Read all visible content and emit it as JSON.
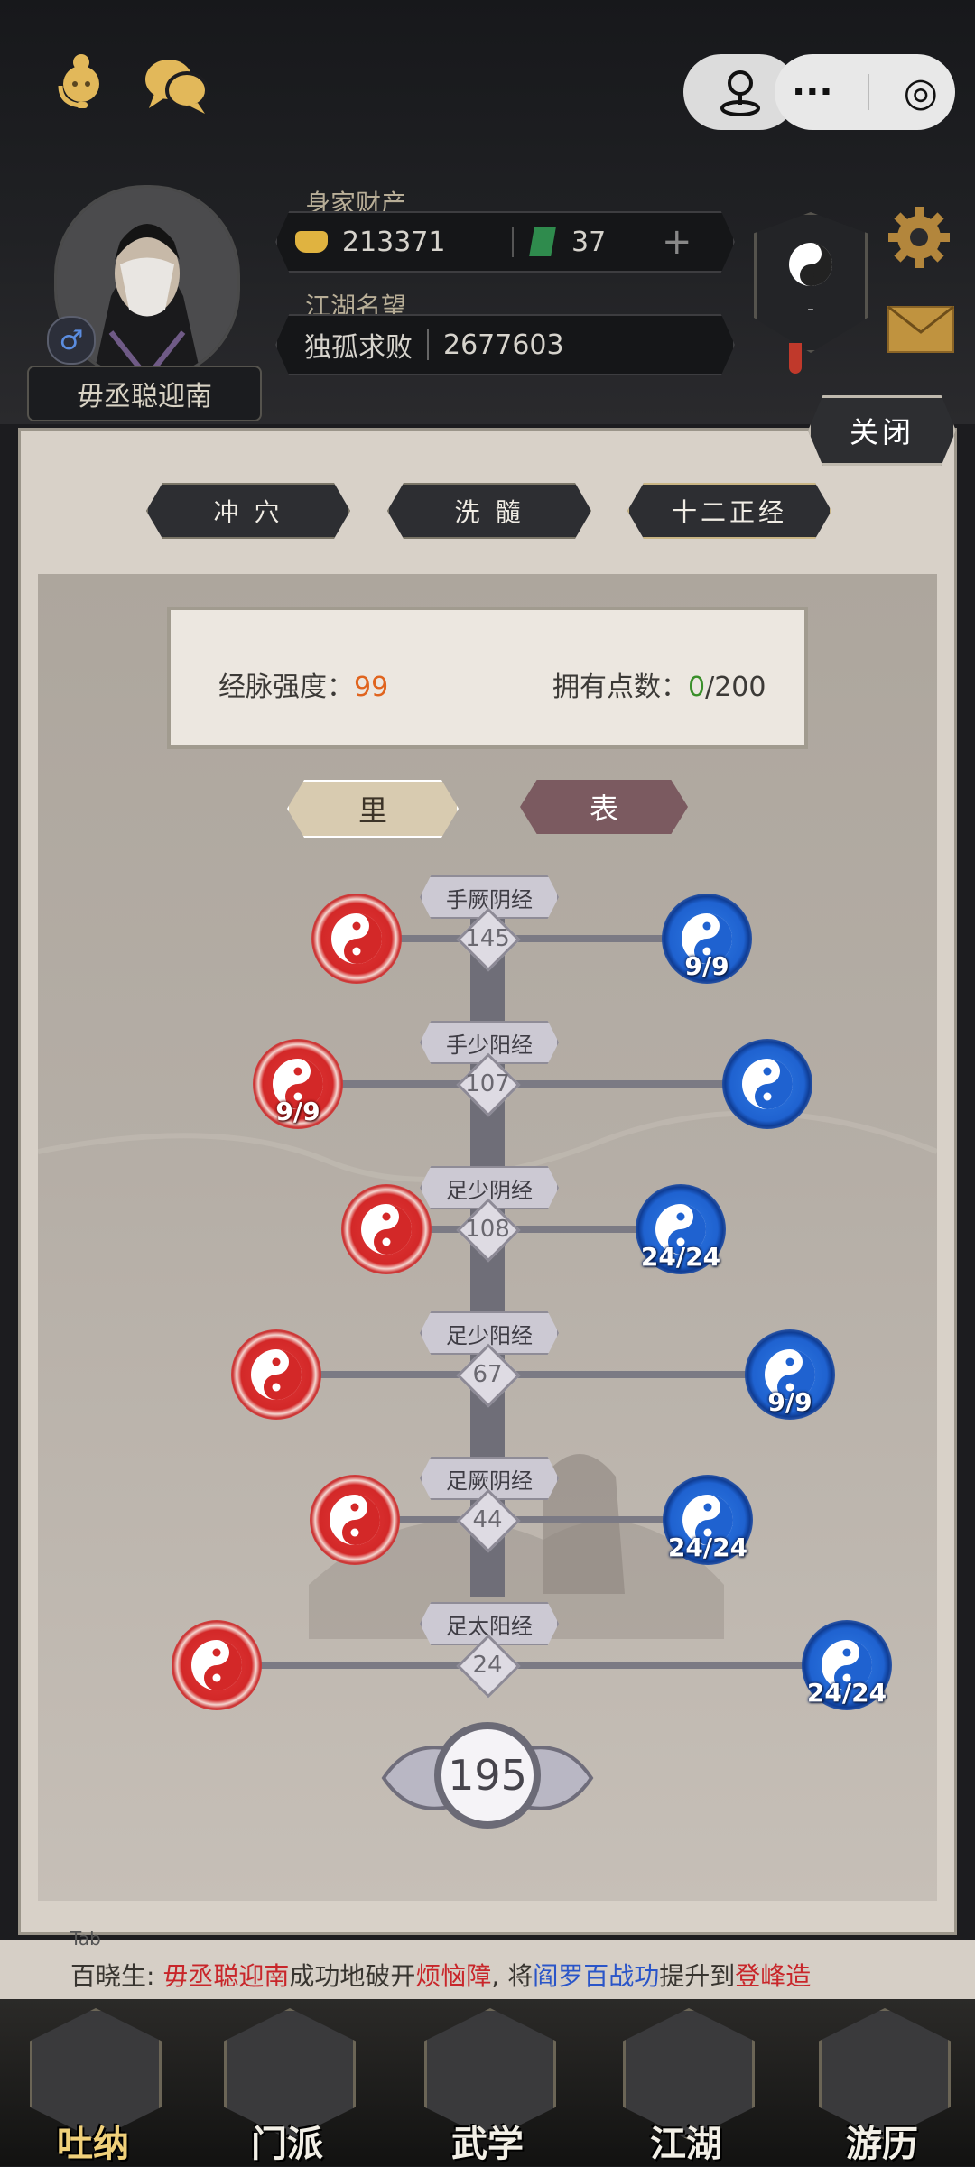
{
  "player": {
    "name": "毋丞聪迎南",
    "gender_symbol": "♂"
  },
  "wealth": {
    "label": "身家财产",
    "gold": "213371",
    "jade": "37",
    "add_symbol": "+"
  },
  "reputation": {
    "label": "江湖名望",
    "title": "独孤求败",
    "value": "2677603"
  },
  "emblem_text": "-",
  "top_bar": {
    "more_symbol": "···",
    "record_symbol": "◎"
  },
  "panel": {
    "close_label": "关闭",
    "tabs": [
      "冲 穴",
      "洗 髓",
      "十二正经"
    ],
    "active_tab_index": 2,
    "strength_label": "经脉强度：",
    "strength_value": "99",
    "points_label": "拥有点数：",
    "points_value": "0",
    "points_total": "/200",
    "li_label": "里",
    "biao_label": "表",
    "total": "195"
  },
  "meridians": [
    {
      "name": "手厥阴经",
      "value": "145",
      "left_count": "",
      "right_count": "9/9"
    },
    {
      "name": "手少阳经",
      "value": "107",
      "left_count": "9/9",
      "right_count": ""
    },
    {
      "name": "足少阴经",
      "value": "108",
      "left_count": "",
      "right_count": "24/24"
    },
    {
      "name": "足少阳经",
      "value": "67",
      "left_count": "",
      "right_count": "9/9"
    },
    {
      "name": "足厥阴经",
      "value": "44",
      "left_count": "",
      "right_count": "24/24"
    },
    {
      "name": "足太阳经",
      "value": "24",
      "left_count": "",
      "right_count": "24/24"
    }
  ],
  "news": {
    "partial_top": "Tab",
    "speaker": "百晓生:",
    "name": "毋丞聪迎南",
    "t1": "成功地破开",
    "item": "烦恼障",
    "t2": ", 将",
    "skill": "阎罗百战功",
    "t3": "提升到",
    "level": "登峰造"
  },
  "nav": [
    {
      "label": "吐纳",
      "active": true
    },
    {
      "label": "门派",
      "active": false
    },
    {
      "label": "武学",
      "active": false
    },
    {
      "label": "江湖",
      "active": false
    },
    {
      "label": "游历",
      "active": false
    }
  ],
  "colors": {
    "strength": "#e0641e",
    "points": "#3a8f2a",
    "red_node": "#d32828",
    "blue_node": "#1f62d0",
    "news_name": "#c8262a",
    "news_item": "#c8262a",
    "news_skill": "#2a55c8",
    "news_level": "#c8262a"
  }
}
